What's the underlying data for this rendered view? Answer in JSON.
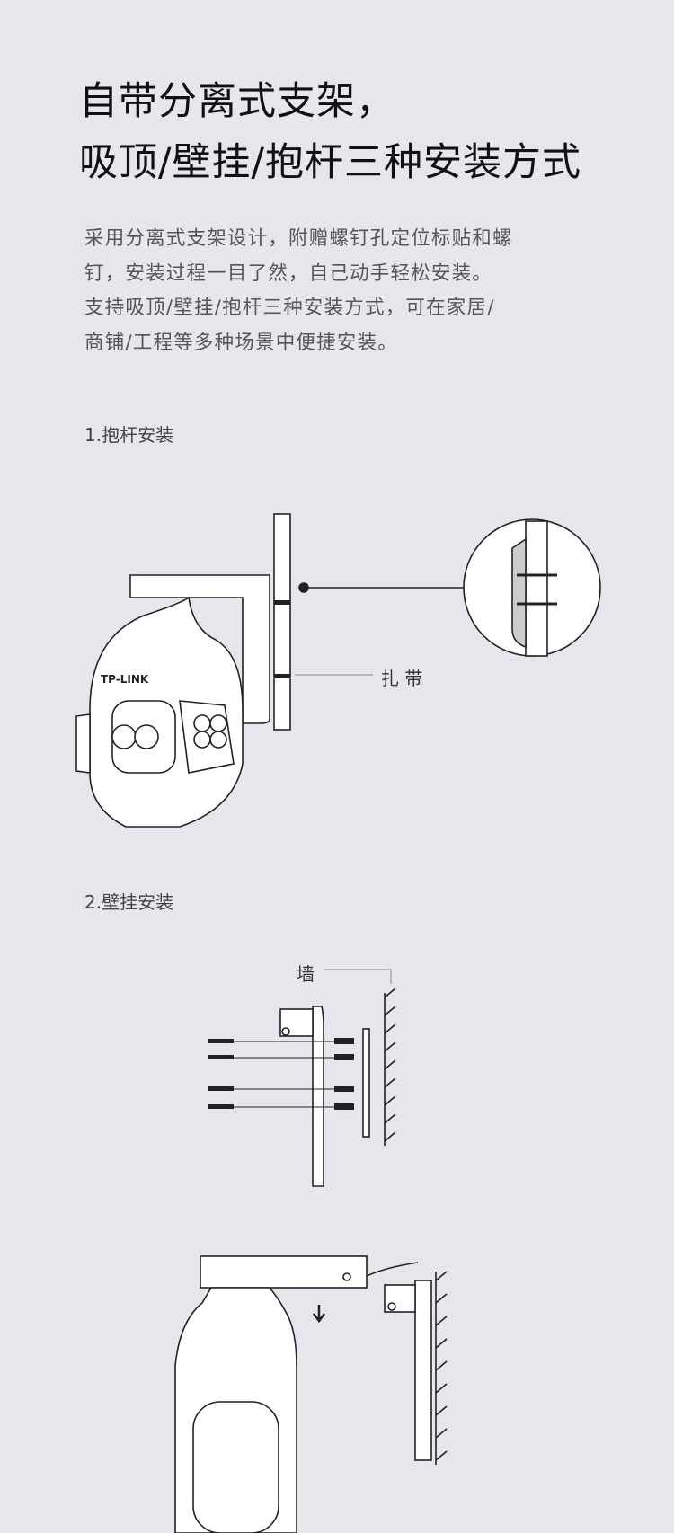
{
  "header": {
    "title_line1": "自带分离式支架，",
    "title_line2": "吸顶/壁挂/抱杆三种安装方式"
  },
  "description": {
    "lines": [
      "采用分离式支架设计，附赠螺钉孔定位标贴和螺",
      "钉，安装过程一目了然，自己动手轻松安装。",
      "支持吸顶/壁挂/抱杆三种安装方式，可在家居/",
      "商铺/工程等多种场景中便捷安装。"
    ]
  },
  "sections": [
    {
      "title": "1.抱杆安装",
      "callout": "扎 带",
      "logo": "TP-LINK"
    },
    {
      "title": "2.壁挂安装",
      "callout": "墙"
    }
  ]
}
